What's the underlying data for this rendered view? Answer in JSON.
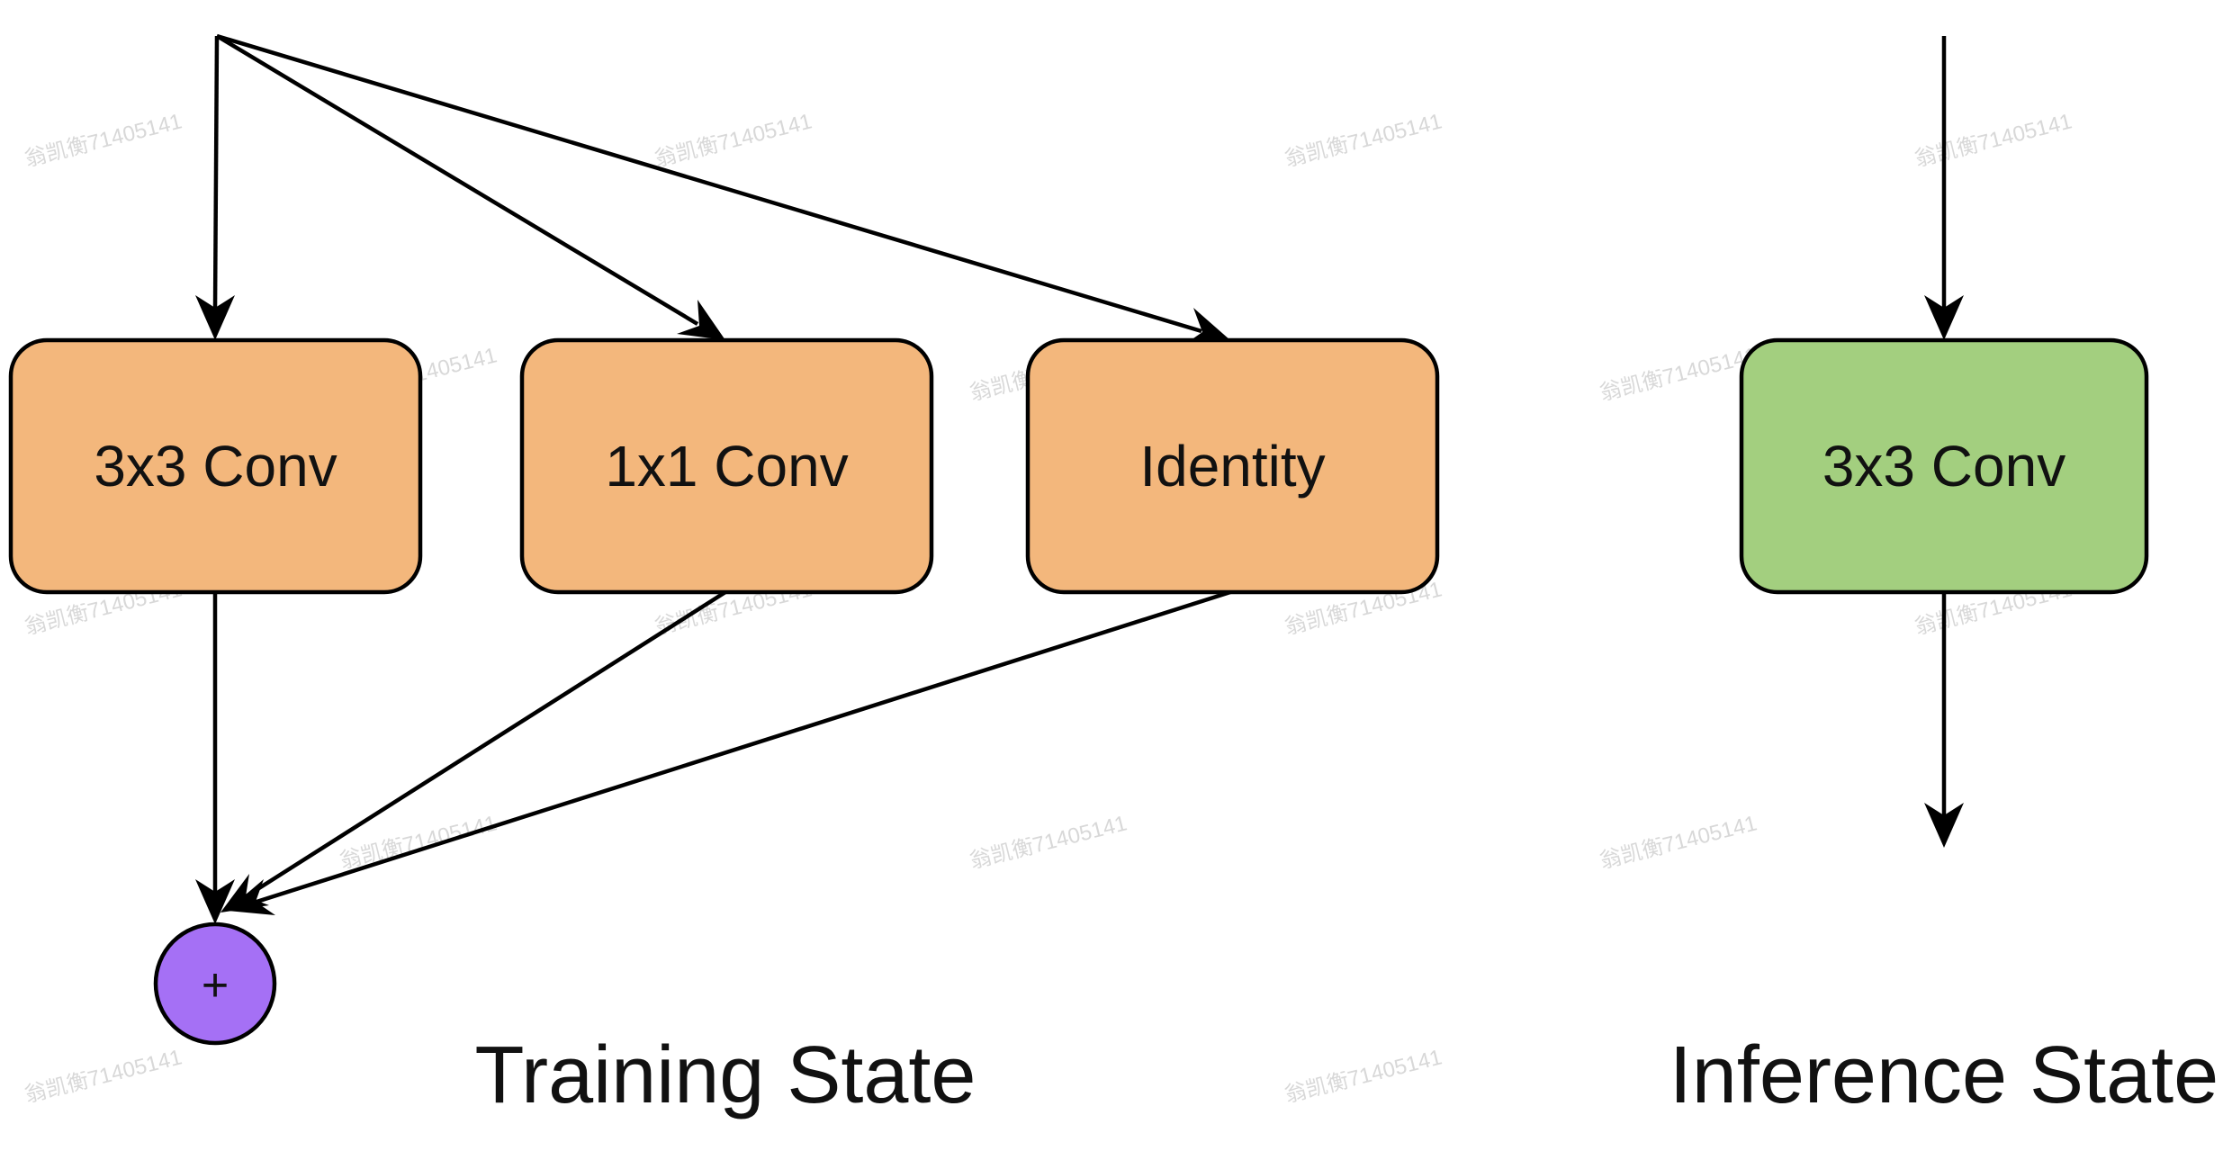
{
  "training": {
    "caption": "Training State",
    "nodes": {
      "conv3x3": "3x3 Conv",
      "conv1x1": "1x1 Conv",
      "identity": "Identity"
    },
    "sum_symbol": "+"
  },
  "inference": {
    "caption": "Inference State",
    "nodes": {
      "conv3x3": "3x3 Conv"
    }
  },
  "watermark": "翁凯衡71405141",
  "colors": {
    "training_box": "#F3B77C",
    "inference_box": "#A3CF7F",
    "sum_node": "#A570F5",
    "stroke": "#000000"
  }
}
